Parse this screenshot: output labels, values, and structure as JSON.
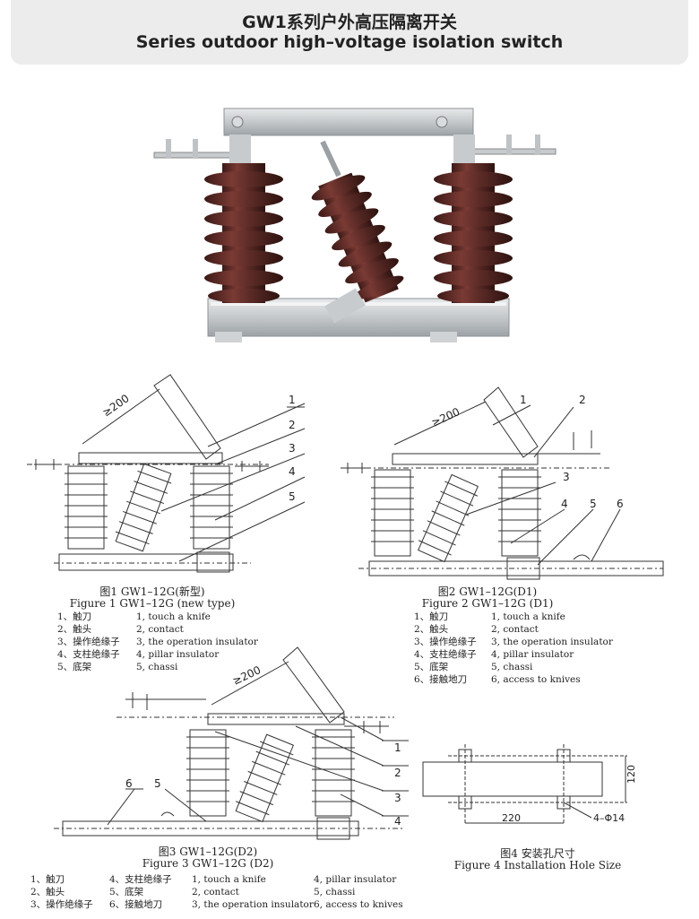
{
  "title": {
    "cn": "GW1系列户外高压隔离开关",
    "en": "Series outdoor high–voltage isolation switch"
  },
  "fig1": {
    "cap_cn": "图1 GW1–12G(新型)",
    "cap_en": "Figure 1 GW1–12G (new type)",
    "dim": "≥200",
    "callouts": [
      "1",
      "2",
      "3",
      "4",
      "5"
    ],
    "legend": [
      {
        "cn": "1、触刀",
        "en": "1, touch a knife"
      },
      {
        "cn": "2、触头",
        "en": "2, contact"
      },
      {
        "cn": "3、操作绝缘子",
        "en": "3, the operation insulator"
      },
      {
        "cn": "4、支柱绝缘子",
        "en": "4, pillar insulator"
      },
      {
        "cn": "5、底架",
        "en": "5, chassi"
      }
    ]
  },
  "fig2": {
    "cap_cn": "图2 GW1–12G(D1)",
    "cap_en": "Figure 2 GW1–12G (D1)",
    "dim": "≥200",
    "callouts": [
      "1",
      "2",
      "3",
      "4",
      "5",
      "6"
    ],
    "legend": [
      {
        "cn": "1、触刀",
        "en": "1, touch a knife"
      },
      {
        "cn": "2、触头",
        "en": "2, contact"
      },
      {
        "cn": "3、操作绝缘子",
        "en": "3, the operation insulator"
      },
      {
        "cn": "4、支柱绝缘子",
        "en": "4, pillar insulator"
      },
      {
        "cn": "5、底架",
        "en": "5, chassi"
      },
      {
        "cn": "6、接触地刀",
        "en": "6, access to knives"
      }
    ]
  },
  "fig3": {
    "cap_cn": "图3 GW1–12G(D2)",
    "cap_en": "Figure 3 GW1–12G (D2)",
    "dim": "≥200",
    "callouts": [
      "1",
      "2",
      "3",
      "4",
      "5",
      "6"
    ],
    "legend_left": [
      {
        "cn": "1、触刀",
        "cn2": "4、支柱绝缘子"
      },
      {
        "cn": "2、触头",
        "cn2": "5、底架"
      },
      {
        "cn": "3、操作绝缘子",
        "cn2": "6、接触地刀"
      }
    ],
    "legend_right": [
      {
        "en": "1, touch a knife",
        "en2": "4, pillar insulator"
      },
      {
        "en": "2, contact",
        "en2": "5, chassi"
      },
      {
        "en": "3, the operation insulator",
        "en2": "6, access to knives"
      }
    ]
  },
  "fig4": {
    "cap_cn": "图4 安装孔尺寸",
    "cap_en": "Figure 4 Installation Hole Size",
    "dim_w": "220",
    "dim_h": "120",
    "holes": "4–Φ14"
  },
  "colors": {
    "porcelain": "#5a2a26",
    "porcelain_hi": "#8a4a43",
    "steel": "#c9cdd0",
    "line": "#333333",
    "header_bg": "#ececec"
  }
}
